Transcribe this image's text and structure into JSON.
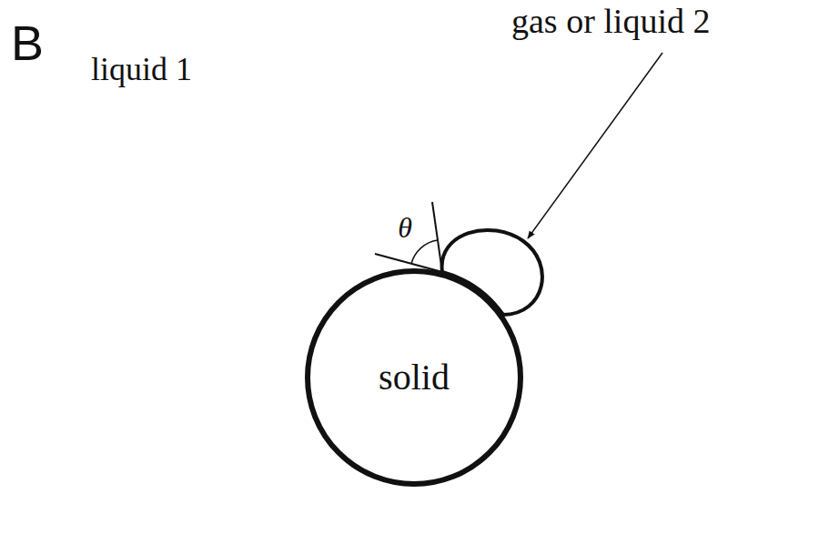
{
  "diagram": {
    "nodes": [
      {
        "text": [
          "liquid 1"
        ]
      },
      {
        "text": [
          "solid"
        ],
        "in": 0
      }
    ],
    "labels": [
      "B",
      "θ",
      "gas or liquid 2"
    ]
  }
}
